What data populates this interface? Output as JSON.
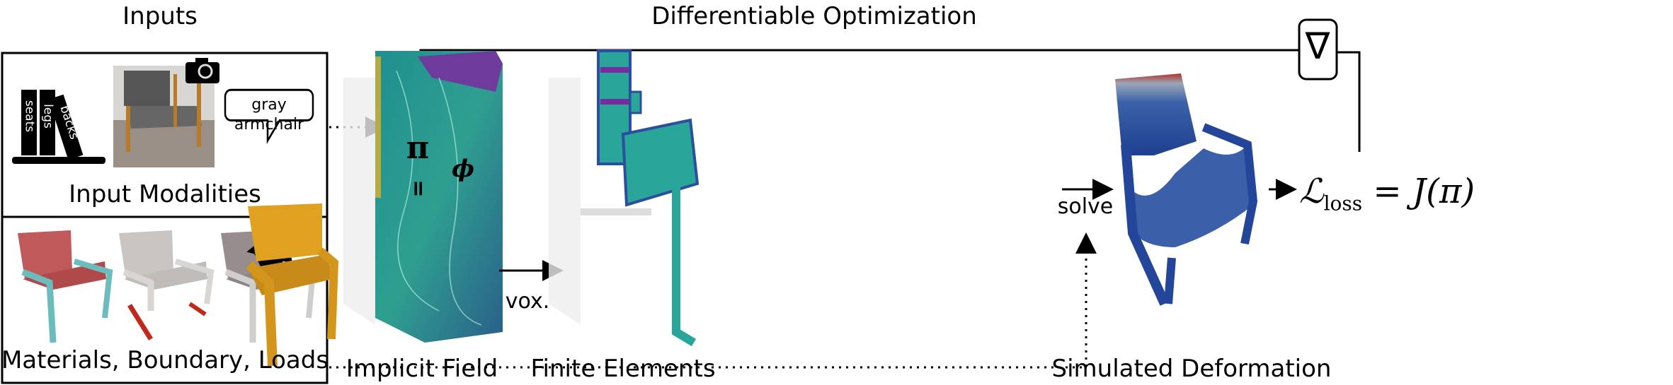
{
  "inputs": {
    "title": "Inputs",
    "modalities_label": "Input Modalities",
    "conditions_label": "Materials, Boundary, Loads",
    "books": [
      "seats",
      "legs",
      "backs"
    ],
    "speech_bubble": [
      "gray",
      "armchair"
    ]
  },
  "pipeline": {
    "loop_title": "Differentiable Optimization",
    "params_symbol": "π",
    "equals_symbol": "=",
    "map_symbol": "ϕ",
    "vox_label": "vox.",
    "solve_label": "solve",
    "implicit_field_label": "Implicit Field",
    "finite_elements_label": "Finite Elements",
    "simulated_label": "Simulated Deformation",
    "gradient_symbol": "∇",
    "loss": {
      "symbol": "ℒ",
      "subscript": "loss",
      "rhs": "= J(π)"
    }
  },
  "colors": {
    "orange": "#e0a020",
    "teal": "#2aa59a",
    "purple": "#7a2aa0",
    "blue": "#2b4f9e",
    "red": "#c0392b",
    "cyan": "#6bbcbc",
    "pink": "#c05a5a"
  }
}
